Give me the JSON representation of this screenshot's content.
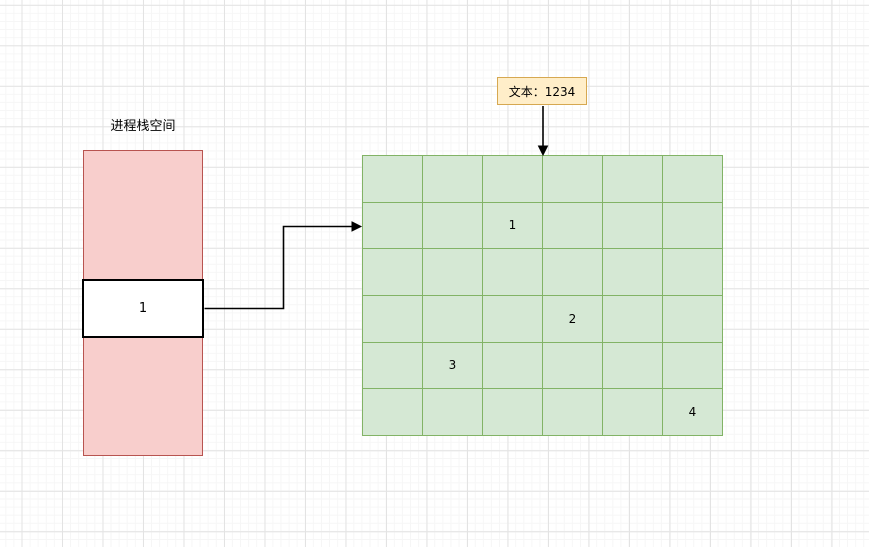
{
  "colors": {
    "canvas-bg": "#ffffff",
    "grid-minor": "#f6f6f6",
    "grid-major": "#e3e3e3",
    "stack-fill": "#f8cecc",
    "stack-stroke": "#b85450",
    "slot-fill": "#ffffff",
    "slot-stroke": "#000000",
    "memgrid-fill": "#d5e8d4",
    "memgrid-stroke": "#82b366",
    "note-fill": "#ffeec9",
    "note-stroke": "#d6a851",
    "connector": "#000000",
    "text": "#000000"
  },
  "stack": {
    "title": "进程栈空间",
    "slot_value": "1"
  },
  "note": {
    "label": "文本：1234"
  },
  "memory_grid": {
    "rows": 6,
    "cols": 6,
    "cells": [
      {
        "row": 2,
        "col": 3,
        "value": "1"
      },
      {
        "row": 4,
        "col": 4,
        "value": "2"
      },
      {
        "row": 5,
        "col": 2,
        "value": "3"
      },
      {
        "row": 6,
        "col": 6,
        "value": "4"
      }
    ]
  }
}
